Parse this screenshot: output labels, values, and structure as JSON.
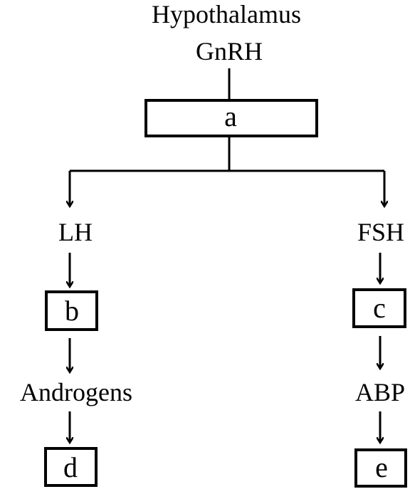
{
  "diagram": {
    "top_label": "Hypothalamus",
    "hormone_label": "GnRH",
    "box_a": "a",
    "left_hormone": "LH",
    "right_hormone": "FSH",
    "box_b": "b",
    "box_c": "c",
    "left_product": "Androgens",
    "right_product": "ABP",
    "box_d": "d",
    "box_e": "e"
  }
}
